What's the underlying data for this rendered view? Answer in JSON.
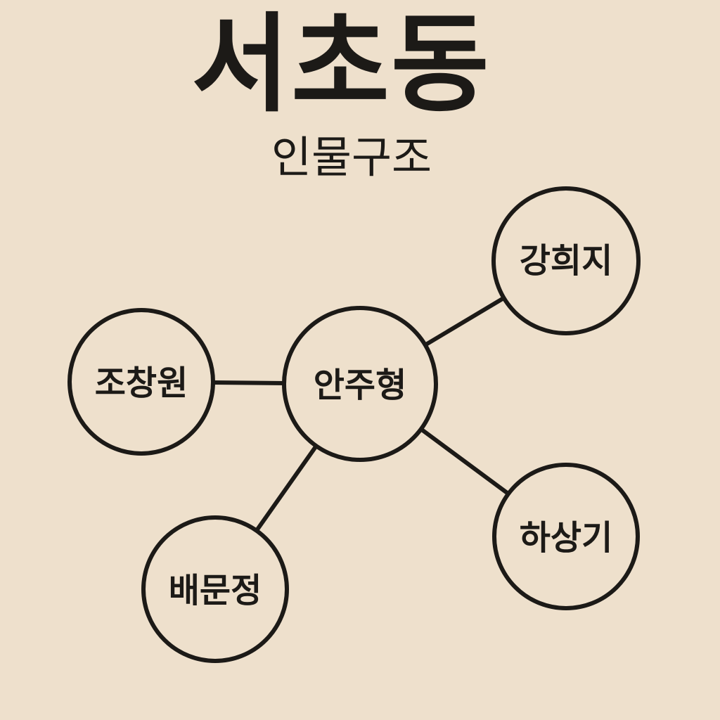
{
  "title": "서초동",
  "subtitle": "인물구조",
  "nodes": [
    {
      "id": "center",
      "label": "안주형"
    },
    {
      "id": "top-right",
      "label": "강희지"
    },
    {
      "id": "left",
      "label": "조창원"
    },
    {
      "id": "bottom-right",
      "label": "하상기"
    },
    {
      "id": "bottom-left",
      "label": "배문정"
    }
  ],
  "edges": [
    [
      "center",
      "top-right"
    ],
    [
      "center",
      "left"
    ],
    [
      "center",
      "bottom-right"
    ],
    [
      "center",
      "bottom-left"
    ]
  ]
}
